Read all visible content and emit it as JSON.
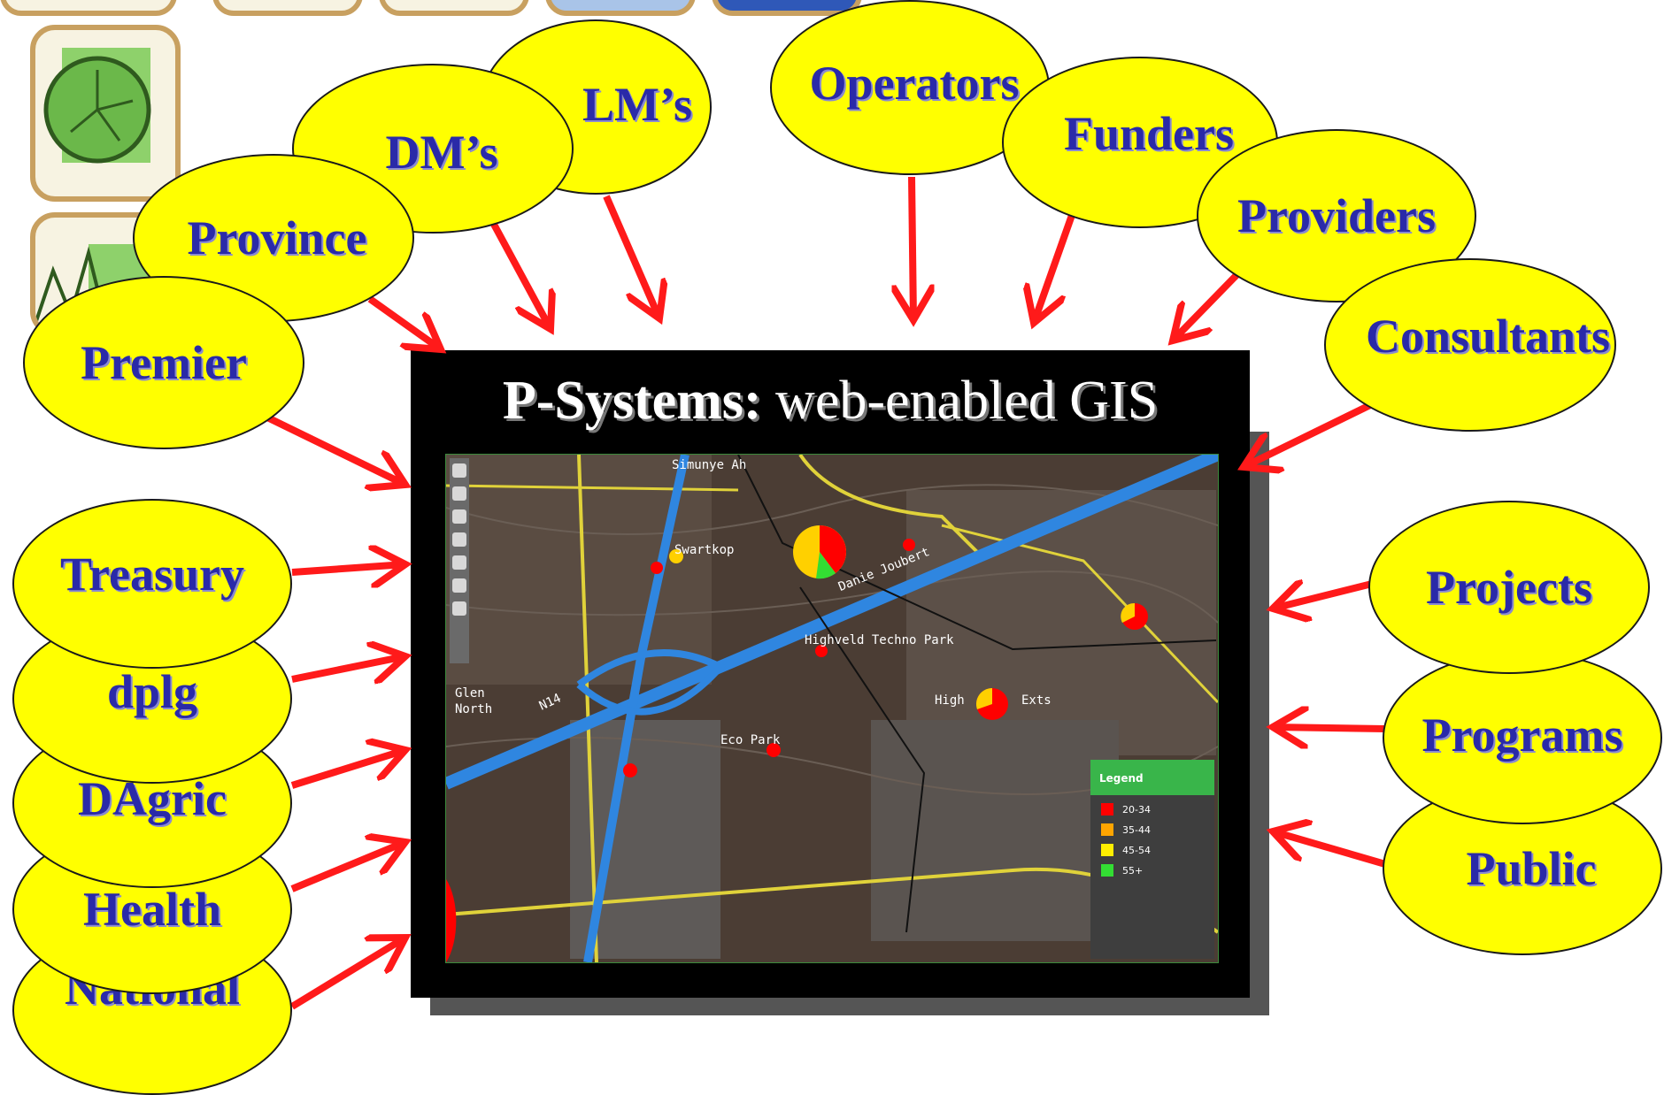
{
  "panel": {
    "title_bold": "P-Systems:",
    "title_rest": " web-enabled GIS"
  },
  "nodes": {
    "premier": "Premier",
    "province": "Province",
    "dms": "DM’s",
    "lms": "LM’s",
    "operators": "Operators",
    "funders": "Funders",
    "providers": "Providers",
    "consultants": "Consultants",
    "treasury": "Treasury",
    "dplg": "dplg",
    "dagric": "DAgric",
    "health": "Health",
    "national": "National",
    "projects": "Projects",
    "programs": "Programs",
    "public": "Public"
  },
  "map": {
    "place_labels": [
      "Simunye Ah",
      "Swartkop",
      "Danie Joubert",
      "Highveld Techno Park",
      "Eco Park",
      "High",
      "Exts",
      "N14",
      "Glen",
      "North"
    ],
    "legend": {
      "title": "Legend",
      "items": [
        {
          "label": "20-34",
          "color": "#ff0000"
        },
        {
          "label": "35-44",
          "color": "#ffa500"
        },
        {
          "label": "45-54",
          "color": "#ffee00"
        },
        {
          "label": "55+",
          "color": "#33dd33"
        }
      ]
    }
  },
  "colors": {
    "node_fill": "#ffff00",
    "node_text": "#2a2aa8",
    "arrow": "#ff1a1a"
  }
}
